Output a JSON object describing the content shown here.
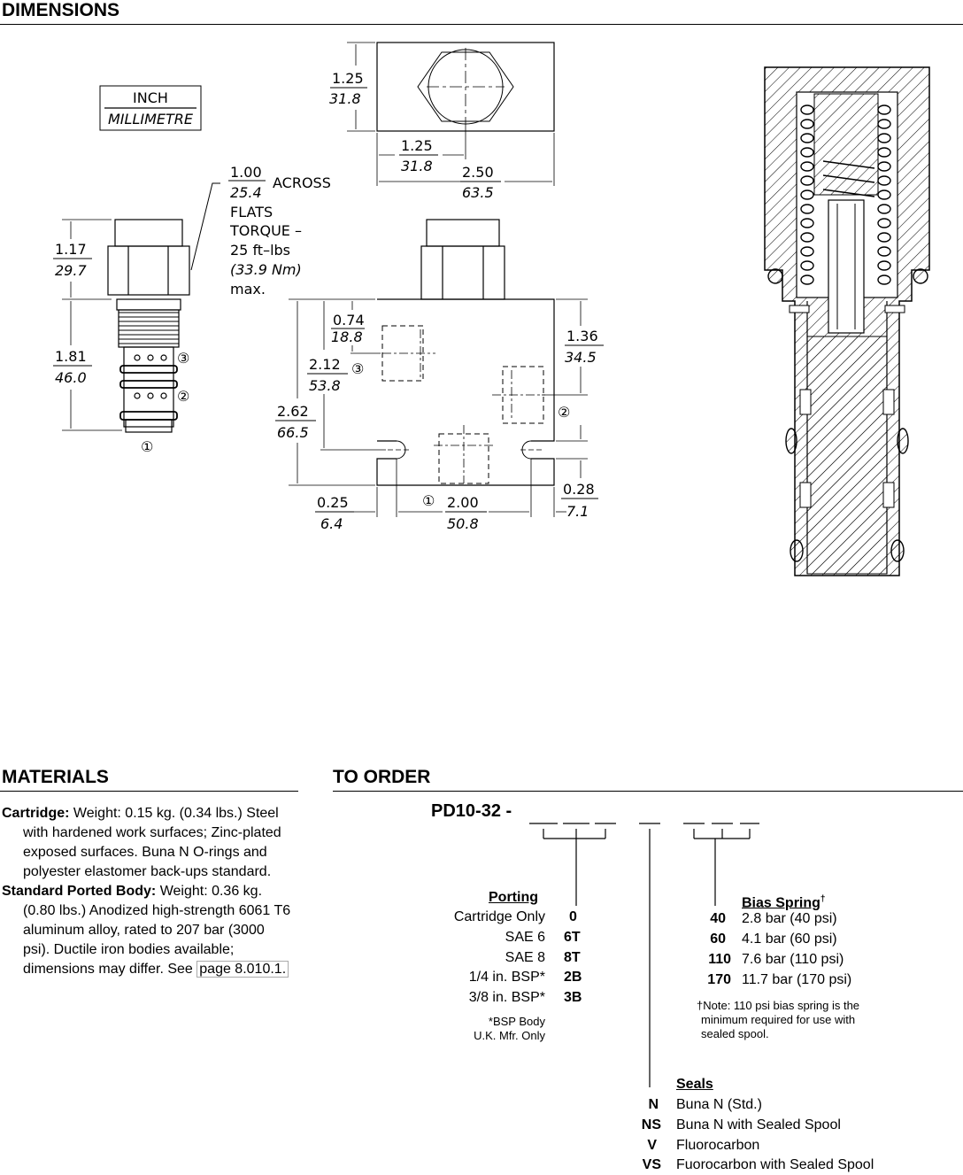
{
  "dimensions": {
    "heading": "DIMENSIONS",
    "legend": {
      "inch": "INCH",
      "mm": "MILLIMETRE"
    },
    "cartridge": {
      "flats": {
        "inch": "1.00",
        "mm": "25.4",
        "word": "ACROSS"
      },
      "note_lines": [
        "FLATS",
        "TORQUE –",
        "25 ft–lbs",
        "(33.9 Nm)",
        "max."
      ],
      "hex_height": {
        "inch": "1.17",
        "mm": "29.7"
      },
      "body_length": {
        "inch": "1.81",
        "mm": "46.0"
      },
      "ports": [
        "①",
        "②",
        "③"
      ]
    },
    "body_top": {
      "height": {
        "inch": "1.25",
        "mm": "31.8"
      },
      "center": {
        "inch": "1.25",
        "mm": "31.8"
      },
      "width": {
        "inch": "2.50",
        "mm": "63.5"
      }
    },
    "body_front": {
      "port3_offset": {
        "inch": "0.74",
        "mm": "18.8"
      },
      "port3_height": {
        "inch": "2.12",
        "mm": "53.8"
      },
      "overall_height": {
        "inch": "2.62",
        "mm": "66.5"
      },
      "port2_offset": {
        "inch": "1.36",
        "mm": "34.5"
      },
      "left_edge": {
        "inch": "0.25",
        "mm": "6.4"
      },
      "hole_spacing": {
        "inch": "2.00",
        "mm": "50.8"
      },
      "right_edge": {
        "inch": "0.28",
        "mm": "7.1"
      },
      "ports": [
        "①",
        "②",
        "③"
      ]
    }
  },
  "materials": {
    "heading": "MATERIALS",
    "cartridge_label": "Cartridge:",
    "cartridge_text": "Weight: 0.15 kg. (0.34 lbs.) Steel with hardened work surfaces; Zinc-plated exposed surfaces. Buna N O-rings and polyester elastomer back-ups standard.",
    "body_label": "Standard Ported Body:",
    "body_text": "Weight: 0.36 kg. (0.80 lbs.) Anodized high-strength 6061 T6 aluminum alloy, rated to 207 bar (3000 psi). Ductile iron bodies available; dimensions may differ. See",
    "page_ref": "page 8.010.1."
  },
  "order": {
    "heading": "TO ORDER",
    "model": "PD10-32 -",
    "porting": {
      "title": "Porting",
      "items": [
        {
          "label": "Cartridge Only",
          "code": "0"
        },
        {
          "label": "SAE 6",
          "code": "6T"
        },
        {
          "label": "SAE 8",
          "code": "8T"
        },
        {
          "label": "1/4 in. BSP*",
          "code": "2B"
        },
        {
          "label": "3/8 in. BSP*",
          "code": "3B"
        }
      ],
      "note_lines": [
        "*BSP Body",
        "U.K. Mfr. Only"
      ]
    },
    "bias_spring": {
      "title": "Bias Spring",
      "mark": "†",
      "items": [
        {
          "code": "40",
          "label": "2.8 bar (40 psi)"
        },
        {
          "code": "60",
          "label": "4.1 bar (60 psi)"
        },
        {
          "code": "110",
          "label": "7.6 bar (110 psi)"
        },
        {
          "code": "170",
          "label": "11.7 bar (170 psi)"
        }
      ],
      "note_lines": [
        "†Note: 110 psi bias spring is the",
        "minimum required for use with",
        "sealed spool."
      ]
    },
    "seals": {
      "title": "Seals",
      "items": [
        {
          "code": "N",
          "label": "Buna N (Std.)"
        },
        {
          "code": "NS",
          "label": "Buna N with Sealed Spool"
        },
        {
          "code": "V",
          "label": "Fluorocarbon"
        },
        {
          "code": "VS",
          "label": "Fuorocarbon with Sealed Spool"
        }
      ]
    }
  }
}
